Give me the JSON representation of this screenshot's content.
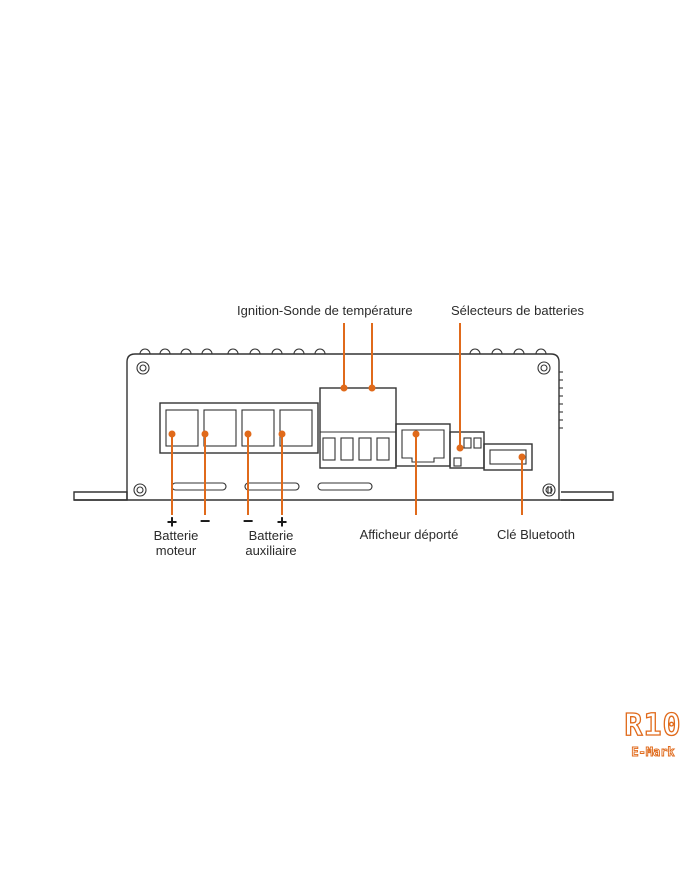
{
  "labels": {
    "ignition": "Ignition-Sonde de température",
    "selecteurs": "Sélecteurs de batteries",
    "batterie_moteur_1": "Batterie",
    "batterie_moteur_2": "moteur",
    "batterie_aux_1": "Batterie",
    "batterie_aux_2": "auxiliaire",
    "afficheur": "Afficheur déporté",
    "bluetooth": "Clé Bluetooth",
    "plus_1": "+",
    "minus_1": "−",
    "minus_2": "−",
    "plus_2": "+"
  },
  "badge": {
    "model": "R10",
    "variant": "E-Mark"
  },
  "colors": {
    "accent": "#e06a1b",
    "outline": "#333333"
  }
}
